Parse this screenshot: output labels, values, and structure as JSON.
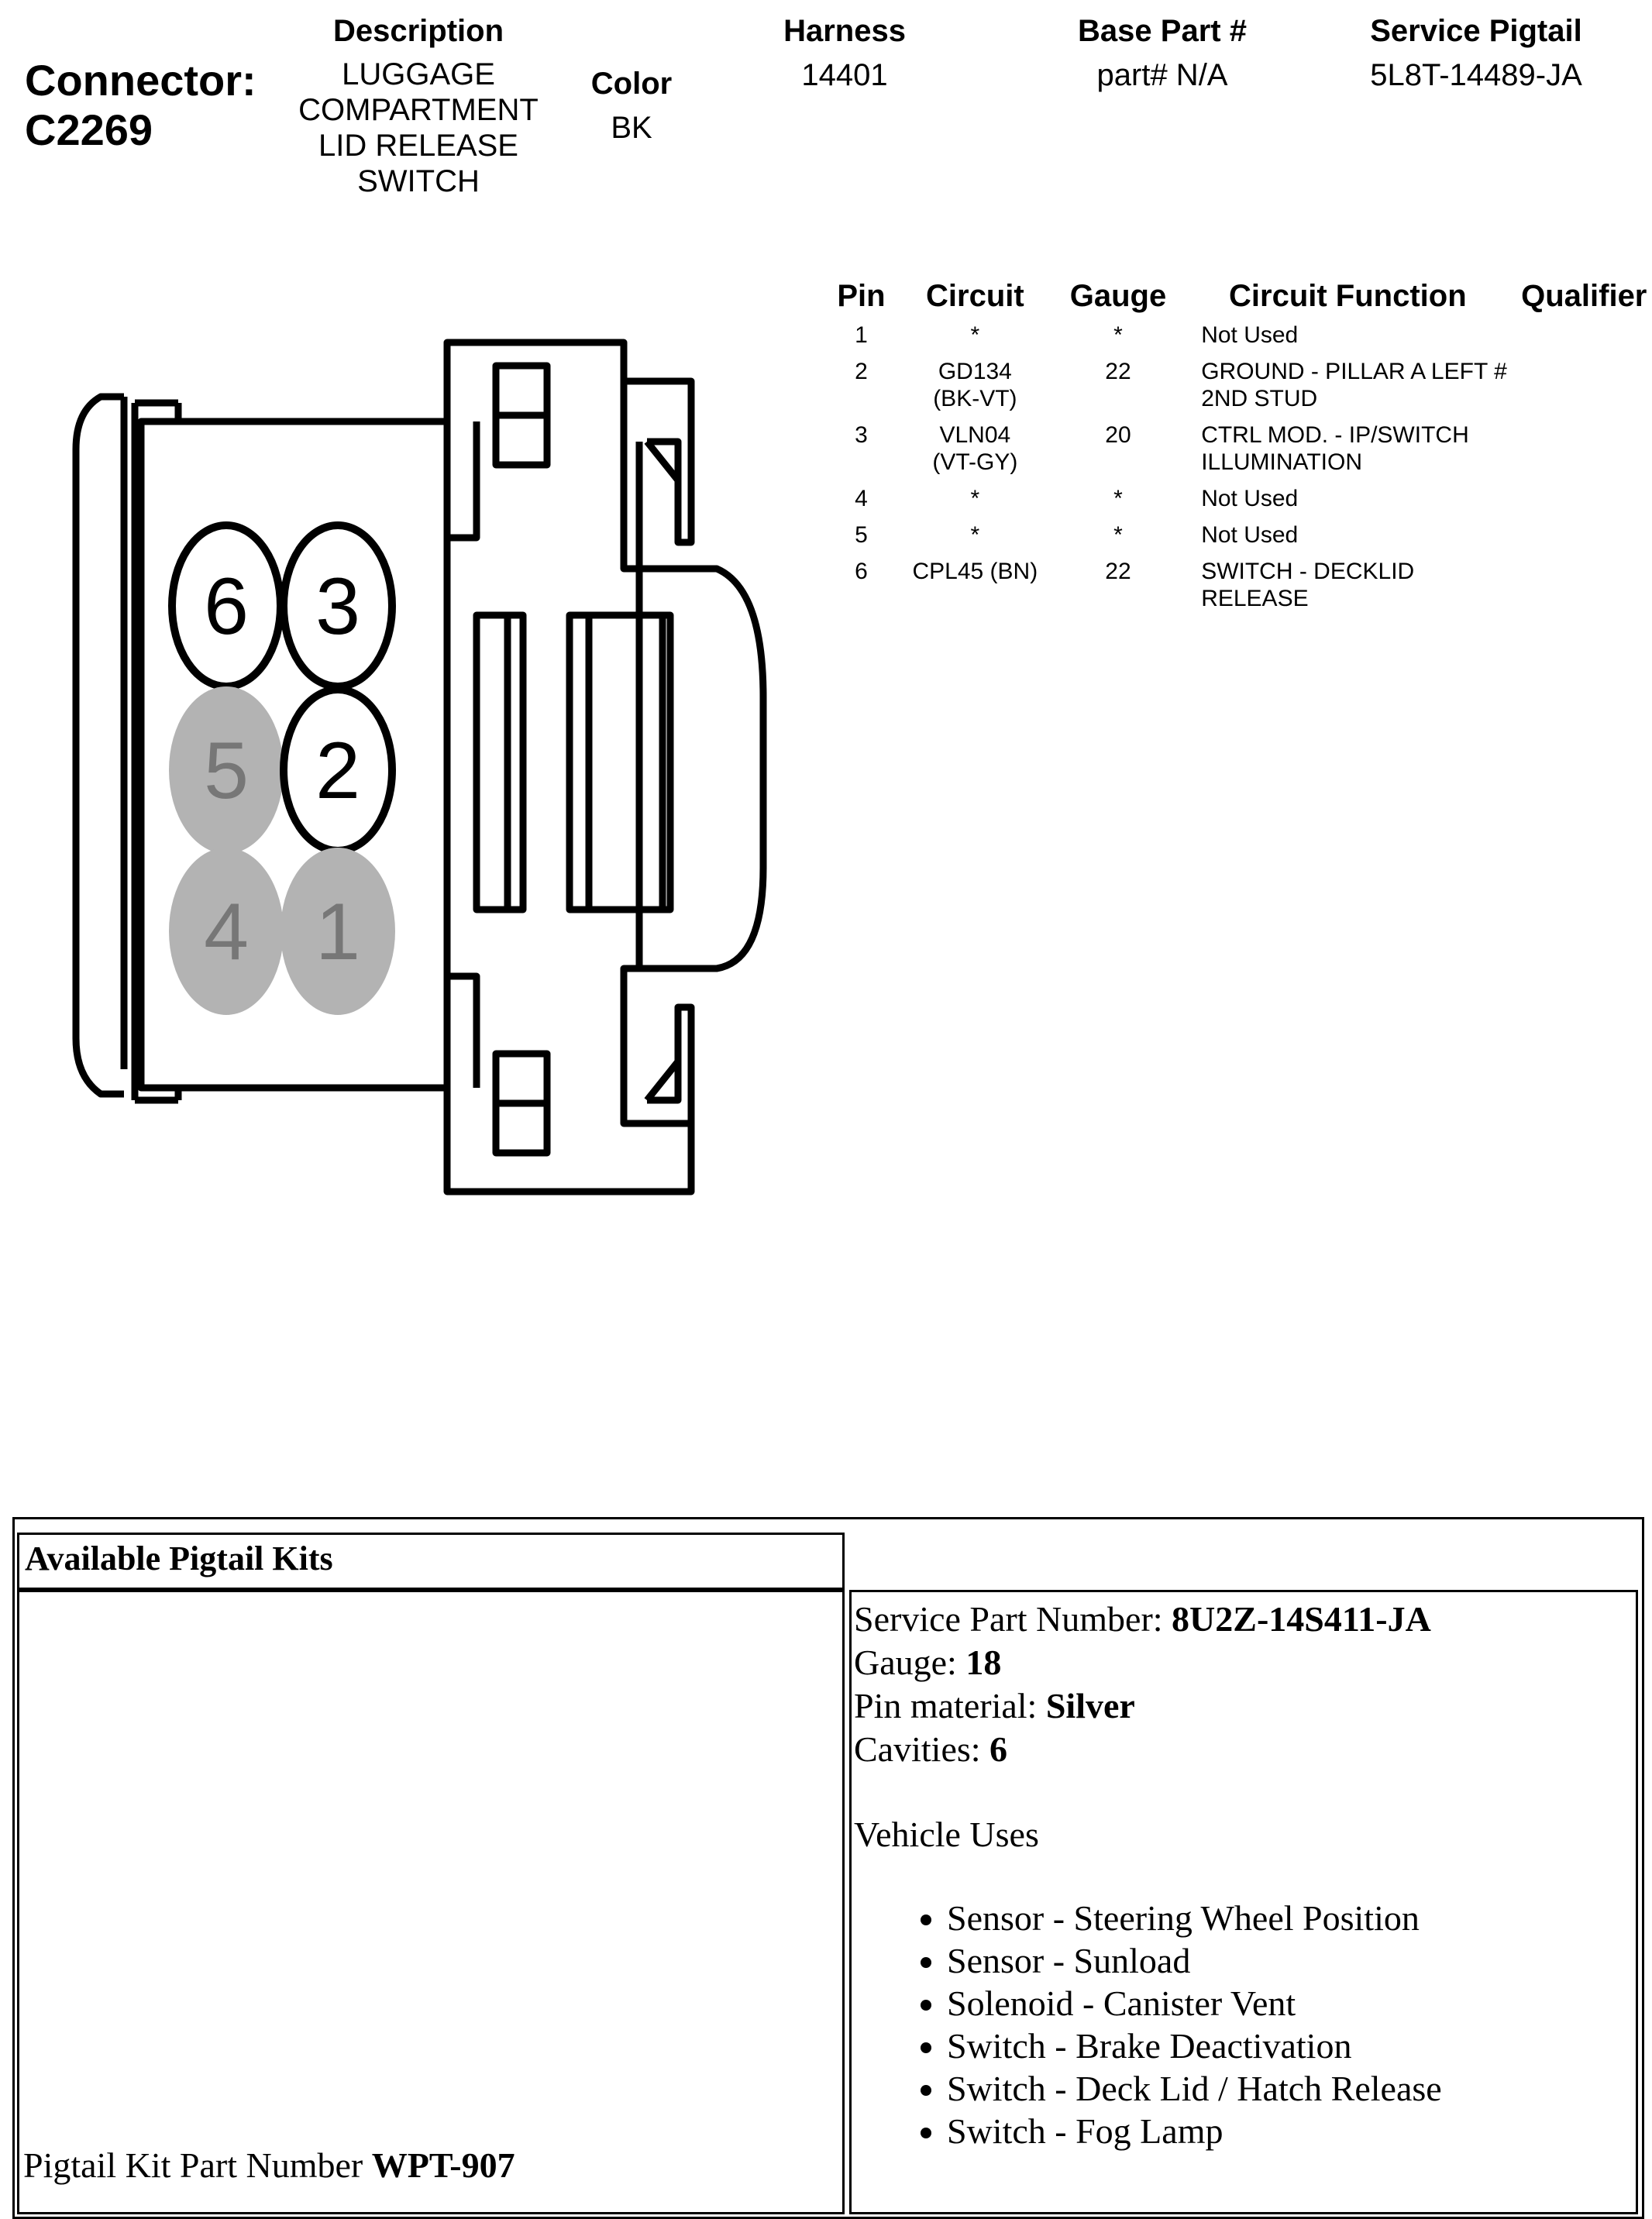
{
  "connector": {
    "label": "Connector:",
    "id": "C2269"
  },
  "header": {
    "description_label": "Description",
    "description_lines": [
      "LUGGAGE",
      "COMPARTMENT",
      "LID RELEASE",
      "SWITCH"
    ],
    "color_label": "Color",
    "color_value": "BK",
    "harness_label": "Harness",
    "harness_value": "14401",
    "base_part_label": "Base Part #",
    "base_part_value": "part# N/A",
    "service_pigtail_label": "Service Pigtail",
    "service_pigtail_value": "5L8T-14489-JA"
  },
  "pin_table": {
    "columns": [
      "Pin",
      "Circuit",
      "Gauge",
      "Circuit Function",
      "Qualifier"
    ],
    "rows": [
      {
        "pin": "1",
        "circuit": "*",
        "gauge": "*",
        "function": "Not Used",
        "qualifier": ""
      },
      {
        "pin": "2",
        "circuit": "GD134 (BK-VT)",
        "gauge": "22",
        "function": "GROUND - PILLAR A LEFT # 2ND STUD",
        "qualifier": ""
      },
      {
        "pin": "3",
        "circuit": "VLN04 (VT-GY)",
        "gauge": "20",
        "function": "CTRL MOD. - IP/SWITCH ILLUMINATION",
        "qualifier": ""
      },
      {
        "pin": "4",
        "circuit": "*",
        "gauge": "*",
        "function": "Not Used",
        "qualifier": ""
      },
      {
        "pin": "5",
        "circuit": "*",
        "gauge": "*",
        "function": "Not Used",
        "qualifier": ""
      },
      {
        "pin": "6",
        "circuit": "CPL45 (BN)",
        "gauge": "22",
        "function": "SWITCH - DECKLID RELEASE",
        "qualifier": ""
      }
    ]
  },
  "diagram": {
    "cavities": [
      {
        "pin": "6",
        "used": true
      },
      {
        "pin": "3",
        "used": true
      },
      {
        "pin": "5",
        "used": false
      },
      {
        "pin": "2",
        "used": true
      },
      {
        "pin": "4",
        "used": false
      },
      {
        "pin": "1",
        "used": false
      }
    ],
    "colors": {
      "used_fill": "#ffffff",
      "unused_fill": "#b3b3b3",
      "unused_text": "#777777",
      "outline": "#000000"
    }
  },
  "kit": {
    "heading": "Available Pigtail Kits",
    "part_label": "Pigtail Kit Part Number ",
    "part_value": "WPT-907",
    "service_part_label": "Service Part Number: ",
    "service_part_value": "8U2Z-14S411-JA",
    "gauge_label": "Gauge: ",
    "gauge_value": "18",
    "pin_material_label": "Pin material: ",
    "pin_material_value": "Silver",
    "cavities_label": "Cavities: ",
    "cavities_value": "6",
    "vehicle_uses_label": "Vehicle Uses",
    "vehicle_uses": [
      "Sensor - Steering Wheel Position",
      "Sensor - Sunload",
      "Solenoid - Canister Vent",
      "Switch - Brake Deactivation",
      "Switch - Deck Lid / Hatch Release",
      "Switch - Fog Lamp"
    ]
  }
}
